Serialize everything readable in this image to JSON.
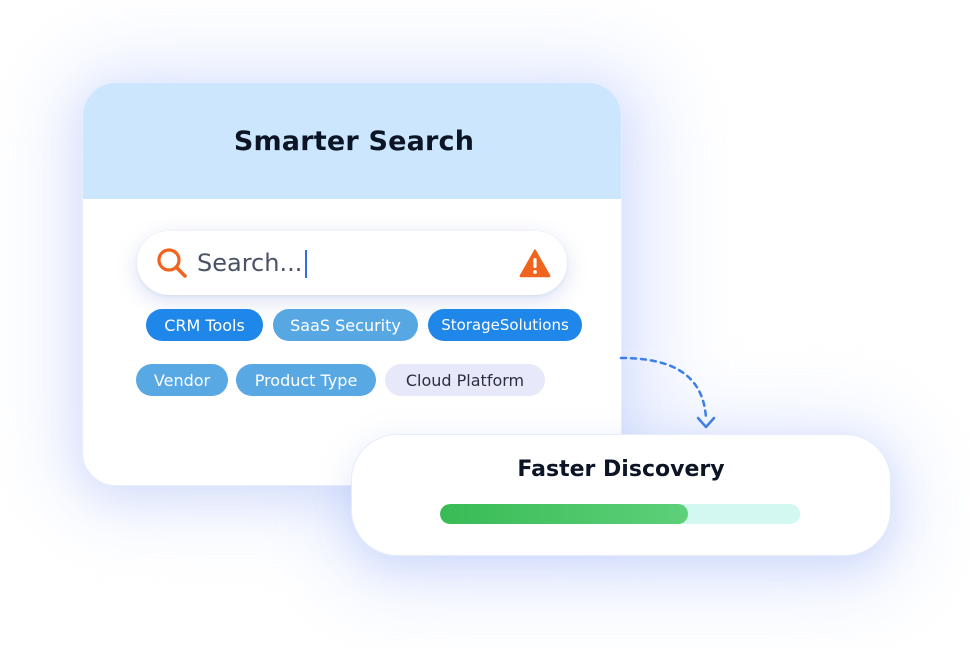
{
  "main_card": {
    "title": "Smarter Search",
    "search": {
      "placeholder": "Search...",
      "left_icon": "search-icon",
      "right_icon": "warning-icon"
    },
    "tags": [
      {
        "label": "CRM Tools"
      },
      {
        "label": "SaaS Security"
      },
      {
        "label": "StorageSolutions"
      },
      {
        "label": "Vendor"
      },
      {
        "label": "Product Type"
      },
      {
        "label": "Cloud Platform"
      }
    ]
  },
  "discovery_card": {
    "title": "Faster Discovery",
    "progress": 0.69
  },
  "colors": {
    "header_bg": "#cce6fd",
    "accent_orange": "#f0641e",
    "chip_blue": "#1f86ea",
    "chip_teal": "#56a7e2",
    "chip_lavender": "#e7e9fa",
    "progress_fill": "#38bb55",
    "progress_track": "#d3f7f1",
    "connector": "#3d7fe6"
  }
}
